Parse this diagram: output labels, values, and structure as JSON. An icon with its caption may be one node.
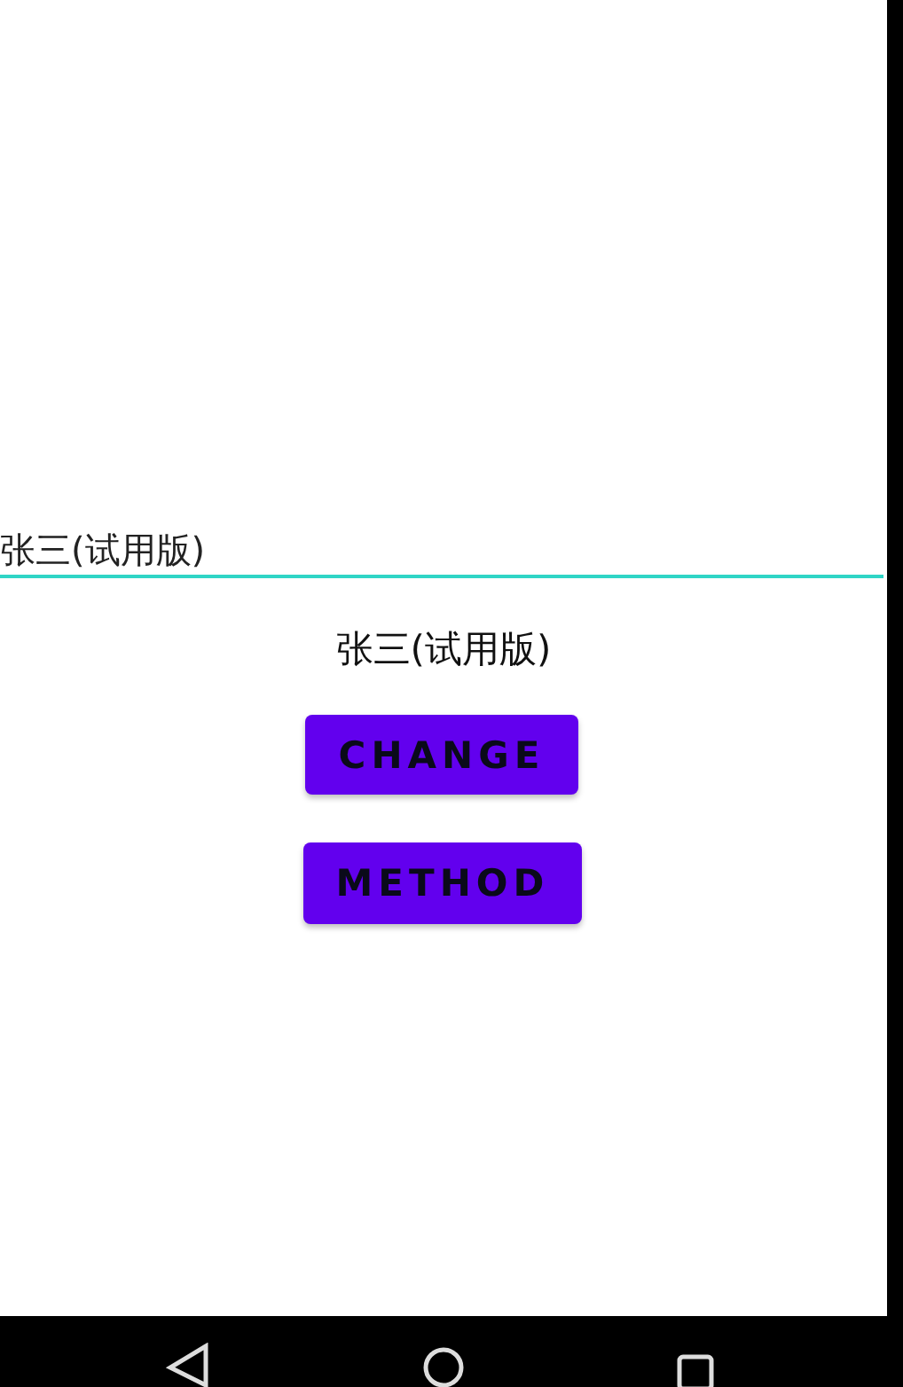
{
  "diagram": {
    "nodes": [
      {
        "text": [
          "张三(试用版)"
        ]
      },
      {
        "text": [
          "CHANGE"
        ]
      },
      {
        "text": [
          "METHOD"
        ]
      }
    ],
    "labels": [
      "张三(试用版)"
    ]
  }
}
